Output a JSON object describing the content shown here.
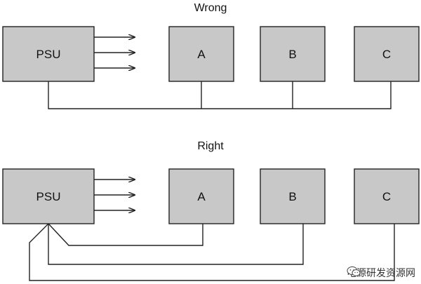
{
  "diagram": {
    "wrong": {
      "title": "Wrong",
      "psu_label": "PSU",
      "boxes": [
        "A",
        "B",
        "C"
      ]
    },
    "right": {
      "title": "Right",
      "psu_label": "PSU",
      "boxes": [
        "A",
        "B",
        "C"
      ]
    }
  },
  "watermark": {
    "text": "电源研发资源网",
    "icon": "wechat-icon"
  }
}
